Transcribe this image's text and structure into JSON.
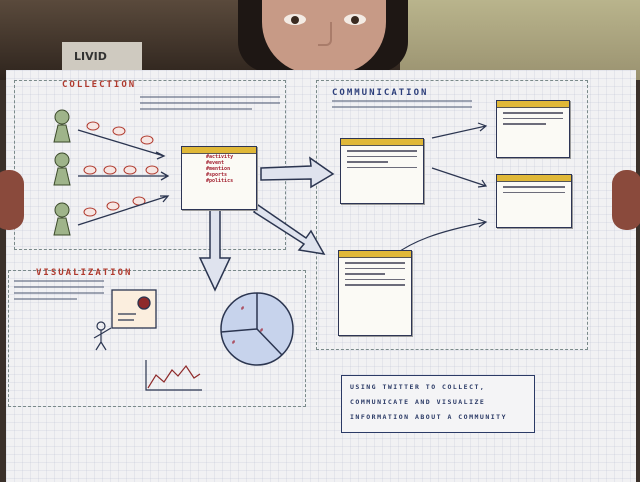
{
  "scene": {
    "shelf_box_text": "LIVID"
  },
  "poster": {
    "sections": {
      "collection": {
        "heading": "COLLECTION",
        "note": ""
      },
      "communication": {
        "heading": "COMMUNICATION",
        "note": ""
      },
      "visualization": {
        "heading": "VISUALIZATION",
        "note": ""
      }
    },
    "caption": {
      "line1": "USING TWITTER TO COLLECT,",
      "line2": "COMMUNICATE AND VISUALIZE",
      "line3": "INFORMATION ABOUT A COMMUNITY"
    },
    "card_words": [
      "#activity",
      "#event",
      "#mention",
      "#sports",
      "#politics"
    ]
  },
  "colors": {
    "heading_red": "#b03a2e",
    "heading_blue": "#2c3e7a",
    "card_header": "#e0b838",
    "person_green": "#6f8a4f"
  }
}
